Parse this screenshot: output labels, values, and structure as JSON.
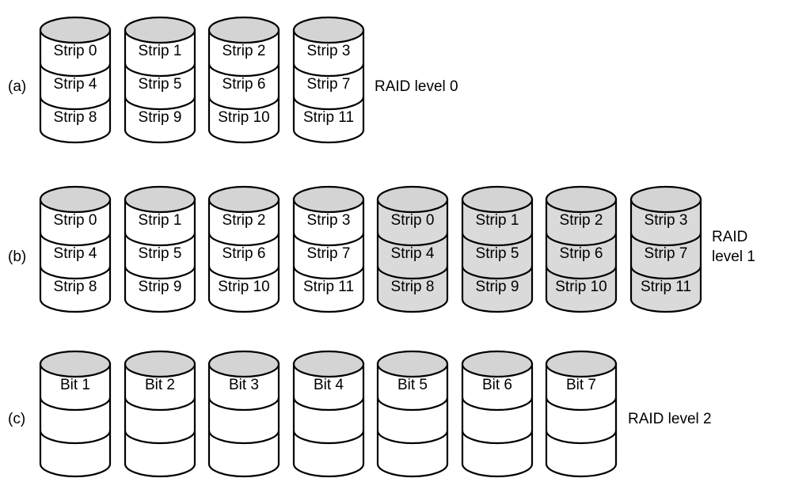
{
  "colors": {
    "disk_top": "#d4d4d4",
    "mirror_body": "#dadada",
    "outline": "#000000",
    "background": "#ffffff"
  },
  "rows": [
    {
      "id": "a",
      "row_label": "(a)",
      "raid_label": [
        "RAID level 0"
      ],
      "disks": [
        {
          "strips": [
            "Strip 0",
            "Strip 4",
            "Strip 8"
          ],
          "shaded": false
        },
        {
          "strips": [
            "Strip 1",
            "Strip 5",
            "Strip 9"
          ],
          "shaded": false
        },
        {
          "strips": [
            "Strip 2",
            "Strip 6",
            "Strip 10"
          ],
          "shaded": false
        },
        {
          "strips": [
            "Strip 3",
            "Strip 7",
            "Strip 11"
          ],
          "shaded": false
        }
      ]
    },
    {
      "id": "b",
      "row_label": "(b)",
      "raid_label": [
        "RAID",
        "level 1"
      ],
      "disks": [
        {
          "strips": [
            "Strip 0",
            "Strip 4",
            "Strip 8"
          ],
          "shaded": false
        },
        {
          "strips": [
            "Strip 1",
            "Strip 5",
            "Strip 9"
          ],
          "shaded": false
        },
        {
          "strips": [
            "Strip 2",
            "Strip 6",
            "Strip 10"
          ],
          "shaded": false
        },
        {
          "strips": [
            "Strip 3",
            "Strip 7",
            "Strip 11"
          ],
          "shaded": false
        },
        {
          "strips": [
            "Strip 0",
            "Strip 4",
            "Strip 8"
          ],
          "shaded": true
        },
        {
          "strips": [
            "Strip 1",
            "Strip 5",
            "Strip 9"
          ],
          "shaded": true
        },
        {
          "strips": [
            "Strip 2",
            "Strip 6",
            "Strip 10"
          ],
          "shaded": true
        },
        {
          "strips": [
            "Strip 3",
            "Strip 7",
            "Strip 11"
          ],
          "shaded": true
        }
      ]
    },
    {
      "id": "c",
      "row_label": "(c)",
      "raid_label": [
        "RAID level 2"
      ],
      "disks": [
        {
          "strips": [
            "Bit 1",
            "",
            ""
          ],
          "shaded": false
        },
        {
          "strips": [
            "Bit 2",
            "",
            ""
          ],
          "shaded": false
        },
        {
          "strips": [
            "Bit 3",
            "",
            ""
          ],
          "shaded": false
        },
        {
          "strips": [
            "Bit 4",
            "",
            ""
          ],
          "shaded": false
        },
        {
          "strips": [
            "Bit 5",
            "",
            ""
          ],
          "shaded": false
        },
        {
          "strips": [
            "Bit 6",
            "",
            ""
          ],
          "shaded": false
        },
        {
          "strips": [
            "Bit 7",
            "",
            ""
          ],
          "shaded": false
        }
      ]
    }
  ]
}
